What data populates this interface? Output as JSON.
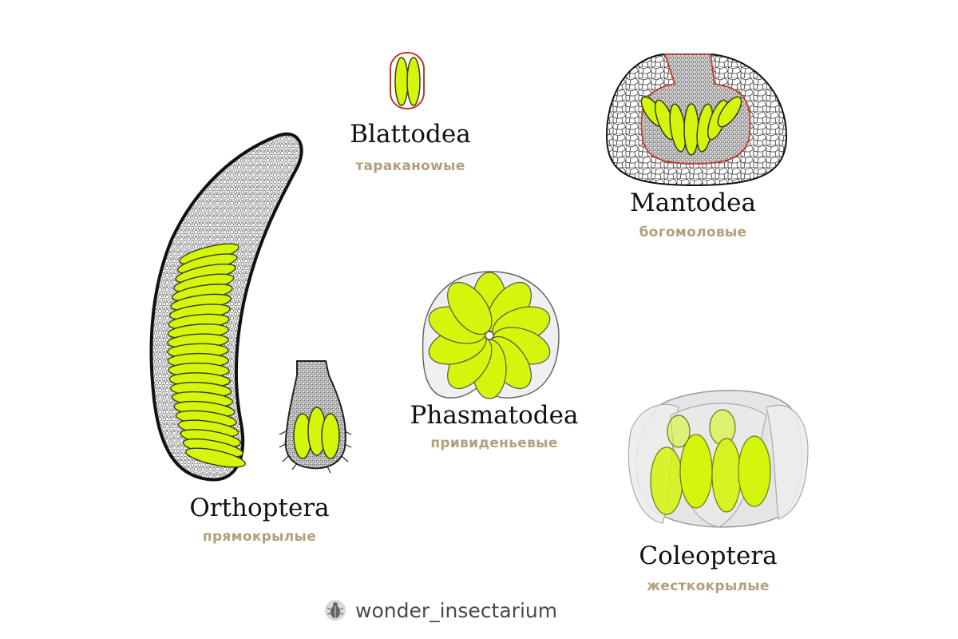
{
  "taxa": [
    {
      "id": "blattodea",
      "latin": "Blattodea",
      "russian": "тараканowые"
    },
    {
      "id": "mantodea",
      "latin": "Mantodea",
      "russian": "богомоловые"
    },
    {
      "id": "orthoptera",
      "latin": "Orthoptera",
      "russian": "прямокрылые"
    },
    {
      "id": "phasmatodea",
      "latin": "Phasmatodea",
      "russian": "привиденьевые"
    },
    {
      "id": "coleoptera",
      "latin": "Coleoptera",
      "russian": "жесткокрылые"
    }
  ],
  "watermark": "wonder_insectarium",
  "colors": {
    "egg": "#d4f50c",
    "egg_stroke": "#3a3a1a",
    "capsule": "#9a9a9a",
    "outline": "#111111",
    "label_ru": "#b3a07a",
    "accent_red": "#c0392b"
  },
  "icons": {
    "watermark": "beetle-icon"
  }
}
